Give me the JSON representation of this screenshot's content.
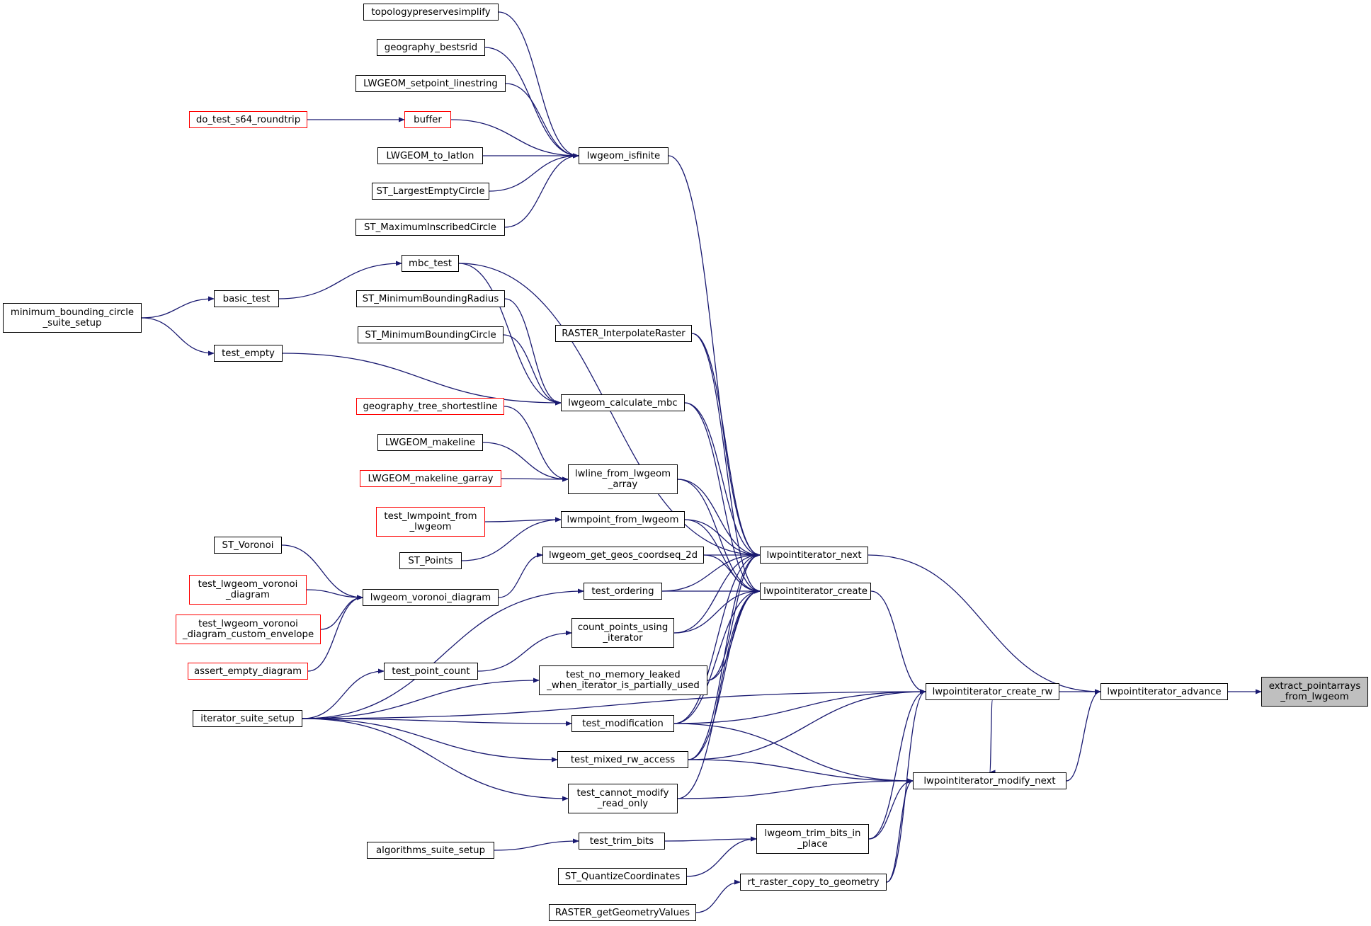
{
  "graph": {
    "edge_color": "#191970",
    "nodes": [
      {
        "id": "root",
        "label": "extract_pointarrays\n_from_lwgeom",
        "root": true
      },
      {
        "id": "adv",
        "label": "lwpointiterator_advance"
      },
      {
        "id": "crw",
        "label": "lwpointiterator_create_rw"
      },
      {
        "id": "modn",
        "label": "lwpointiterator_modify_next"
      },
      {
        "id": "next",
        "label": "lwpointiterator_next"
      },
      {
        "id": "create",
        "label": "lwpointiterator_create"
      },
      {
        "id": "isfinite",
        "label": "lwgeom_isfinite"
      },
      {
        "id": "topo",
        "label": "topologypreservesimplify"
      },
      {
        "id": "bestsrid",
        "label": "geography_bestsrid"
      },
      {
        "id": "setpoint",
        "label": "LWGEOM_setpoint_linestring"
      },
      {
        "id": "buffer",
        "label": "buffer",
        "red": true
      },
      {
        "id": "s64",
        "label": "do_test_s64_roundtrip",
        "red": true
      },
      {
        "id": "latlon",
        "label": "LWGEOM_to_latlon"
      },
      {
        "id": "lec",
        "label": "ST_LargestEmptyCircle"
      },
      {
        "id": "mic",
        "label": "ST_MaximumInscribedCircle"
      },
      {
        "id": "mbctest",
        "label": "mbc_test"
      },
      {
        "id": "basic",
        "label": "basic_test"
      },
      {
        "id": "mbcsuite",
        "label": "minimum_bounding_circle\n_suite_setup"
      },
      {
        "id": "mbr",
        "label": "ST_MinimumBoundingRadius"
      },
      {
        "id": "mbcircle",
        "label": "ST_MinimumBoundingCircle"
      },
      {
        "id": "testempty",
        "label": "test_empty"
      },
      {
        "id": "calcmbc",
        "label": "lwgeom_calculate_mbc"
      },
      {
        "id": "interp",
        "label": "RASTER_InterpolateRaster"
      },
      {
        "id": "gts",
        "label": "geography_tree_shortestline",
        "red": true
      },
      {
        "id": "makeline",
        "label": "LWGEOM_makeline"
      },
      {
        "id": "makegarray",
        "label": "LWGEOM_makeline_garray",
        "red": true
      },
      {
        "id": "lwline",
        "label": "lwline_from_lwgeom\n_array"
      },
      {
        "id": "tlwmp",
        "label": "test_lwmpoint_from\n_lwgeom",
        "red": true
      },
      {
        "id": "lwmp",
        "label": "lwmpoint_from_lwgeom"
      },
      {
        "id": "stpoints",
        "label": "ST_Points"
      },
      {
        "id": "coordseq",
        "label": "lwgeom_get_geos_coordseq_2d"
      },
      {
        "id": "stvor",
        "label": "ST_Voronoi"
      },
      {
        "id": "tvor",
        "label": "test_lwgeom_voronoi\n_diagram",
        "red": true
      },
      {
        "id": "vor",
        "label": "lwgeom_voronoi_diagram"
      },
      {
        "id": "tvorenv",
        "label": "test_lwgeom_voronoi\n_diagram_custom_envelope",
        "red": true
      },
      {
        "id": "aed",
        "label": "assert_empty_diagram",
        "red": true
      },
      {
        "id": "ordering",
        "label": "test_ordering"
      },
      {
        "id": "cpui",
        "label": "count_points_using\n_iterator"
      },
      {
        "id": "tpc",
        "label": "test_point_count"
      },
      {
        "id": "tnml",
        "label": "test_no_memory_leaked\n_when_iterator_is_partially_used"
      },
      {
        "id": "itsuite",
        "label": "iterator_suite_setup"
      },
      {
        "id": "tmod",
        "label": "test_modification"
      },
      {
        "id": "tmix",
        "label": "test_mixed_rw_access"
      },
      {
        "id": "tcmro",
        "label": "test_cannot_modify\n_read_only"
      },
      {
        "id": "ttrim",
        "label": "test_trim_bits"
      },
      {
        "id": "algsuite",
        "label": "algorithms_suite_setup"
      },
      {
        "id": "trimbits",
        "label": "lwgeom_trim_bits_in\n_place"
      },
      {
        "id": "quant",
        "label": "ST_QuantizeCoordinates"
      },
      {
        "id": "rtcopy",
        "label": "rt_raster_copy_to_geometry"
      },
      {
        "id": "rgetgv",
        "label": "RASTER_getGeometryValues"
      }
    ],
    "edges": [
      [
        "adv",
        "root"
      ],
      [
        "crw",
        "adv"
      ],
      [
        "modn",
        "adv"
      ],
      [
        "next",
        "adv"
      ],
      [
        "create",
        "crw"
      ],
      [
        "crw",
        "modn"
      ],
      [
        "isfinite",
        "next"
      ],
      [
        "topo",
        "isfinite"
      ],
      [
        "bestsrid",
        "isfinite"
      ],
      [
        "setpoint",
        "isfinite"
      ],
      [
        "buffer",
        "isfinite"
      ],
      [
        "s64",
        "buffer"
      ],
      [
        "latlon",
        "isfinite"
      ],
      [
        "lec",
        "isfinite"
      ],
      [
        "mic",
        "isfinite"
      ],
      [
        "mbctest",
        "next"
      ],
      [
        "basic",
        "mbctest"
      ],
      [
        "mbcsuite",
        "basic"
      ],
      [
        "mbcsuite",
        "testempty"
      ],
      [
        "testempty",
        "calcmbc"
      ],
      [
        "mbctest",
        "calcmbc"
      ],
      [
        "mbr",
        "calcmbc"
      ],
      [
        "mbcircle",
        "calcmbc"
      ],
      [
        "calcmbc",
        "next"
      ],
      [
        "calcmbc",
        "create"
      ],
      [
        "interp",
        "next"
      ],
      [
        "interp",
        "create"
      ],
      [
        "gts",
        "lwline"
      ],
      [
        "makeline",
        "lwline"
      ],
      [
        "makegarray",
        "lwline"
      ],
      [
        "lwline",
        "next"
      ],
      [
        "lwline",
        "create"
      ],
      [
        "tlwmp",
        "lwmp"
      ],
      [
        "stpoints",
        "lwmp"
      ],
      [
        "lwmp",
        "next"
      ],
      [
        "lwmp",
        "create"
      ],
      [
        "coordseq",
        "next"
      ],
      [
        "coordseq",
        "create"
      ],
      [
        "stvor",
        "vor"
      ],
      [
        "tvor",
        "vor"
      ],
      [
        "tvorenv",
        "vor"
      ],
      [
        "aed",
        "vor"
      ],
      [
        "vor",
        "coordseq"
      ],
      [
        "itsuite",
        "ordering"
      ],
      [
        "ordering",
        "next"
      ],
      [
        "ordering",
        "create"
      ],
      [
        "tpc",
        "cpui"
      ],
      [
        "itsuite",
        "tpc"
      ],
      [
        "cpui",
        "next"
      ],
      [
        "cpui",
        "create"
      ],
      [
        "itsuite",
        "tnml"
      ],
      [
        "tnml",
        "next"
      ],
      [
        "tnml",
        "create"
      ],
      [
        "itsuite",
        "tmod"
      ],
      [
        "tmod",
        "next"
      ],
      [
        "tmod",
        "create"
      ],
      [
        "tmod",
        "crw"
      ],
      [
        "tmod",
        "modn"
      ],
      [
        "itsuite",
        "crw"
      ],
      [
        "itsuite",
        "tmix"
      ],
      [
        "tmix",
        "next"
      ],
      [
        "tmix",
        "create"
      ],
      [
        "tmix",
        "crw"
      ],
      [
        "tmix",
        "modn"
      ],
      [
        "itsuite",
        "tcmro"
      ],
      [
        "tcmro",
        "create"
      ],
      [
        "tcmro",
        "modn"
      ],
      [
        "algsuite",
        "ttrim"
      ],
      [
        "ttrim",
        "trimbits"
      ],
      [
        "trimbits",
        "crw"
      ],
      [
        "trimbits",
        "modn"
      ],
      [
        "quant",
        "trimbits"
      ],
      [
        "rtcopy",
        "crw"
      ],
      [
        "rtcopy",
        "modn"
      ],
      [
        "rgetgv",
        "rtcopy"
      ]
    ]
  }
}
